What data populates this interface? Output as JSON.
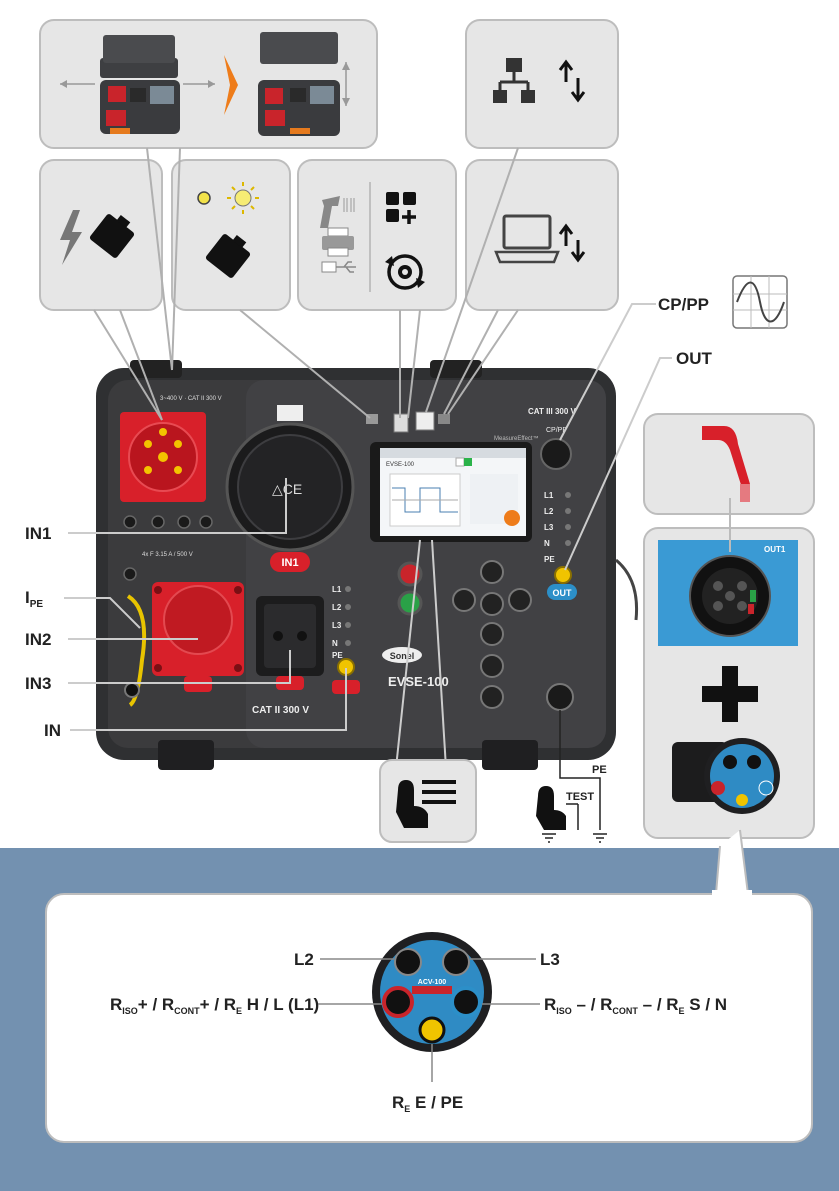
{
  "device": {
    "name": "EVSE-100",
    "brand": "Sonel",
    "cat_label_main": "CAT II 300 V",
    "cat_label_cp": "CAT III 300 V",
    "out_badge": "OUT",
    "in1_badge": "IN1",
    "screen_title": "EVSE-100",
    "pe_label_socket": "PE"
  },
  "labels": {
    "cp_pp": "CP/PP",
    "out": "OUT",
    "in1": "IN1",
    "ipe_main": "I",
    "ipe_sub": "PE",
    "in2": "IN2",
    "in3": "IN3",
    "in": "IN",
    "pe": "PE",
    "test": "TEST",
    "phase_l1": "L1",
    "phase_l2": "L2",
    "phase_l3": "L3",
    "phase_n": "N"
  },
  "adapter": {
    "name": "ACV-100",
    "badge": "OUT1",
    "l2": "L2",
    "l3": "L3",
    "left": {
      "r1": "R",
      "s1": "ISO",
      "t1": "+ / R",
      "s2": "CONT",
      "t2": "+ / R",
      "s3": "E",
      "t3": " H / L (L1)"
    },
    "right": {
      "r1": "R",
      "s1": "ISO",
      "t1": " – / R",
      "s2": "CONT",
      "t2": " – / R",
      "s3": "E",
      "t3": " S / N"
    },
    "bottom": {
      "r": "R",
      "s": "E",
      "t": " E / PE"
    }
  },
  "icons": [
    "charging-battery-icon",
    "led-icon",
    "sun-icon",
    "battery-icon",
    "barcode-scanner-icon",
    "printer-icon",
    "usb-icon",
    "apps-add-icon",
    "settings-sync-icon",
    "network-icon",
    "transfer-arrows-icon",
    "laptop-icon",
    "waveform-icon",
    "touch-menu-icon",
    "touch-test-icon",
    "ground-icon",
    "plus-icon",
    "plug-icon"
  ],
  "colors": {
    "bottom_band": "#7391b0",
    "device_body": "#3b3b3d",
    "accent_red": "#d8202a",
    "accent_blue": "#2c8fc8",
    "accent_yellow": "#f0c400"
  }
}
